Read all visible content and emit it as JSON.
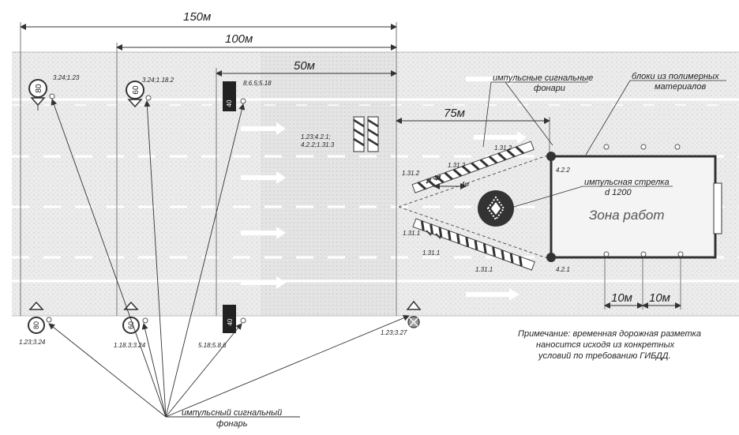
{
  "dimensions": {
    "d150": "150м",
    "d100": "100м",
    "d50": "50м",
    "d75": "75м",
    "d10a": "10м",
    "d10b": "10м",
    "d4a": "4м",
    "d4b": "4м"
  },
  "labels": {
    "impulse_lamps": [
      "импульсные сигнальные",
      "фонари"
    ],
    "blocks": [
      "блоки из полимерных",
      "материалов"
    ],
    "arrow": [
      "импульсная стрелка",
      "d 1200"
    ],
    "work_zone": "Зона работ",
    "bottom_lamp": [
      "импульсный сигнальный",
      "фонарь"
    ]
  },
  "signs_top": [
    {
      "codes": "3.24;1.23",
      "value": "80"
    },
    {
      "codes": "3.24;1.18.2",
      "value": "60"
    },
    {
      "codes": "8.6.5;5.18",
      "value": "40"
    }
  ],
  "signs_bottom": [
    {
      "codes": "1.23;3.24",
      "value": "80"
    },
    {
      "codes": "1.18.3;3.24",
      "value": "60"
    },
    {
      "codes": "5.18;5.8.6",
      "value": "40"
    },
    {
      "codes": "1.23;3.27",
      "value": ""
    }
  ],
  "markers": {
    "mid_codes": [
      "1.23;4.2.1;",
      "4.2.2;1.31.3"
    ],
    "m1312": "1.31.2",
    "m1312b": "1.31.2",
    "m1312c": "1.31.2",
    "m1311": "1.31.1",
    "m1311b": "1.31.1",
    "m1311c": "1.31.1",
    "m422": "4.2.2",
    "m421": "4.2.1"
  },
  "note": [
    "Примечание: временная дорожная разметка",
    "наносится исходя из конкретных",
    "условий по требованию ГИБДД."
  ]
}
